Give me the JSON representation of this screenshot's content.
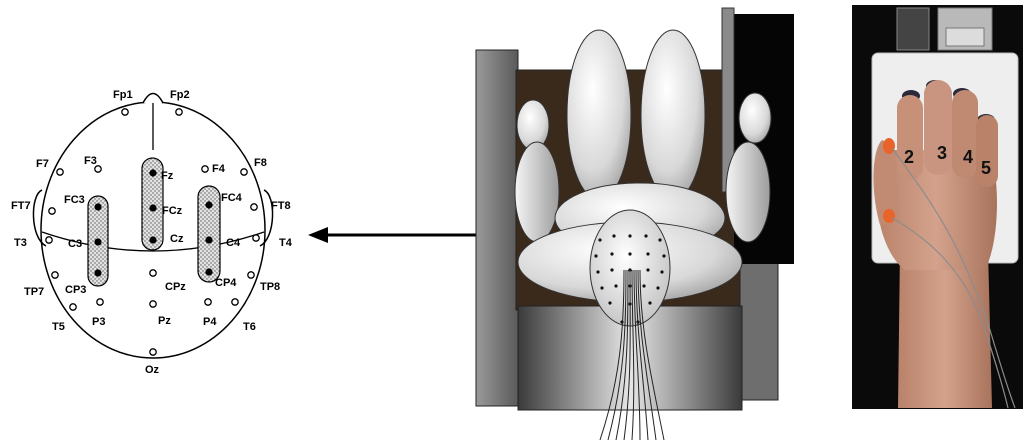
{
  "electrode_labels": {
    "Fp1": "Fp1",
    "Fp2": "Fp2",
    "F7": "F7",
    "F3": "F3",
    "Fz": "Fz",
    "F4": "F4",
    "F8": "F8",
    "FT7": "FT7",
    "FC3": "FC3",
    "FCz": "FCz",
    "FC4": "FC4",
    "FT8": "FT8",
    "T3": "T3",
    "C3": "C3",
    "Cz": "Cz",
    "C4": "C4",
    "T4": "T4",
    "TP7": "TP7",
    "CP3": "CP3",
    "CPz": "CPz",
    "CP4": "CP4",
    "TP8": "TP8",
    "T5": "T5",
    "P3": "P3",
    "Pz": "Pz",
    "P4": "P4",
    "T6": "T6",
    "Oz": "Oz"
  },
  "finger_labels": {
    "f2": "2",
    "f3": "3",
    "f4": "4",
    "f5": "5"
  },
  "colors": {
    "ink": "#000000",
    "highlight_fill": "#cfcfcf",
    "arrow": "#000000"
  }
}
